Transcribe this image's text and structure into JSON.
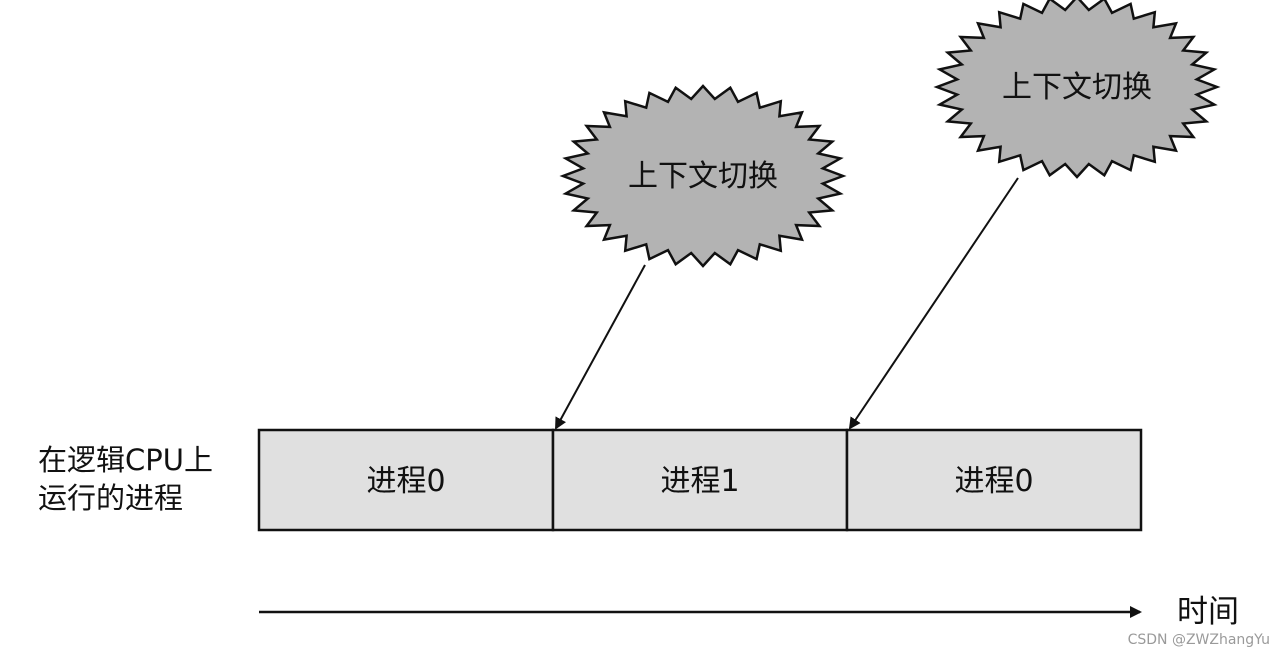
{
  "row_label": {
    "line1": "在逻辑CPU上",
    "line2": "运行的进程"
  },
  "processes": [
    {
      "label": "进程0"
    },
    {
      "label": "进程1"
    },
    {
      "label": "进程0"
    }
  ],
  "context_switches": [
    {
      "label": "上下文切换"
    },
    {
      "label": "上下文切换"
    }
  ],
  "time_axis": {
    "label": "时间"
  },
  "watermark": "CSDN @ZWZhangYu",
  "colors": {
    "burst_fill": "#b3b3b3",
    "segment_fill": "#e0e0e0",
    "stroke": "#111111"
  }
}
